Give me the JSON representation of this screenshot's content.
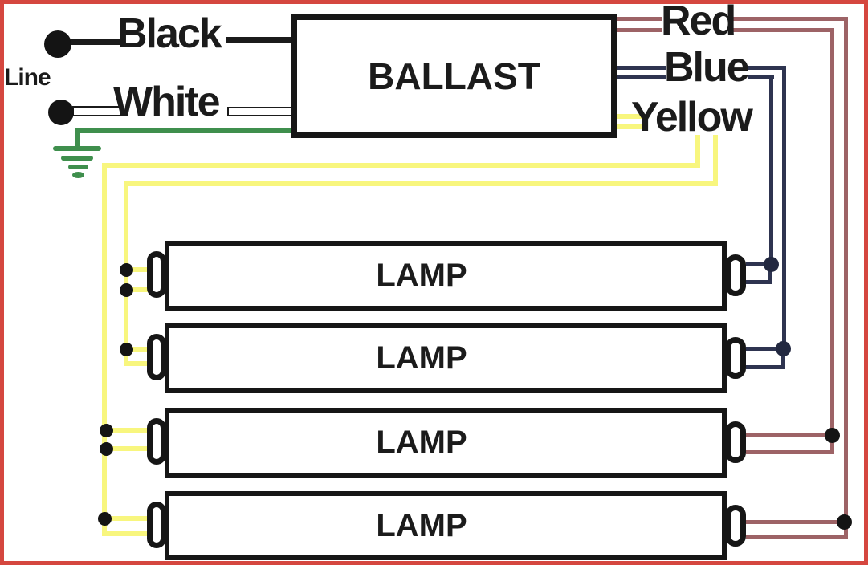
{
  "labels": {
    "line": "Line",
    "black": "Black",
    "white": "White",
    "red": "Red",
    "blue": "Blue",
    "yellow": "Yellow"
  },
  "ballast": {
    "label": "BALLAST"
  },
  "lamps": [
    {
      "label": "LAMP"
    },
    {
      "label": "LAMP"
    },
    {
      "label": "LAMP"
    },
    {
      "label": "LAMP"
    }
  ],
  "colors": {
    "border": "#d5473f",
    "cblack": "#1b1b1b",
    "cgreen": "#3f8f4d",
    "cyellow": "#f8f67e",
    "cnavy": "#2e3450",
    "cmaroon": "#9d6366",
    "cdot": "#141414",
    "cnavydot": "#222840"
  }
}
